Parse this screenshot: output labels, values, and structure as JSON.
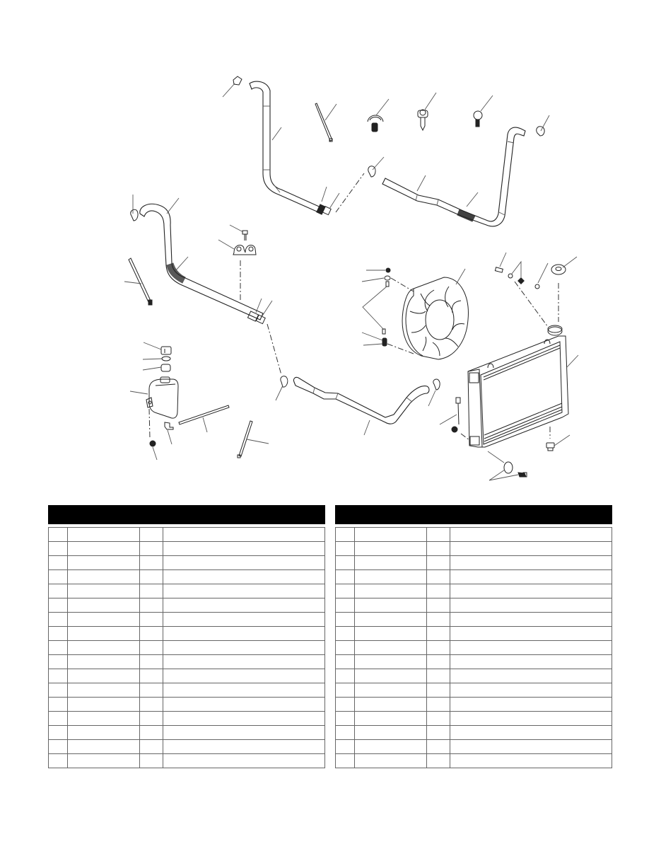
{
  "page": {
    "type": "parts catalog page",
    "illustration": {
      "subject": "engine cooling system exploded view",
      "components": [
        "upper-radiator-hose",
        "hose-clamp",
        "cable-tie",
        "push-clip",
        "hose-retainer-clip",
        "heater-hose",
        "bypass-hose",
        "hose-bracket",
        "bracket-bolt",
        "coolant-reservoir",
        "reservoir-cap",
        "reservoir-seal",
        "overflow-tube",
        "lower-radiator-hose",
        "cooling-fan-shroud",
        "fan-mount-bolt",
        "radiator",
        "radiator-cap",
        "drain-plug",
        "temperature-sensor"
      ],
      "callout_labels_visible": false
    },
    "tables": [
      {
        "id": "left",
        "header": "",
        "columns": [
          "",
          "",
          "",
          ""
        ],
        "rows": [
          [
            "",
            "",
            "",
            ""
          ],
          [
            "",
            "",
            "",
            ""
          ],
          [
            "",
            "",
            "",
            ""
          ],
          [
            "",
            "",
            "",
            ""
          ],
          [
            "",
            "",
            "",
            ""
          ],
          [
            "",
            "",
            "",
            ""
          ],
          [
            "",
            "",
            "",
            ""
          ],
          [
            "",
            "",
            "",
            ""
          ],
          [
            "",
            "",
            "",
            ""
          ],
          [
            "",
            "",
            "",
            ""
          ],
          [
            "",
            "",
            "",
            ""
          ],
          [
            "",
            "",
            "",
            ""
          ],
          [
            "",
            "",
            "",
            ""
          ],
          [
            "",
            "",
            "",
            ""
          ],
          [
            "",
            "",
            "",
            ""
          ],
          [
            "",
            "",
            "",
            ""
          ],
          [
            "",
            "",
            "",
            ""
          ]
        ]
      },
      {
        "id": "right",
        "header": "",
        "columns": [
          "",
          "",
          "",
          ""
        ],
        "rows": [
          [
            "",
            "",
            "",
            ""
          ],
          [
            "",
            "",
            "",
            ""
          ],
          [
            "",
            "",
            "",
            ""
          ],
          [
            "",
            "",
            "",
            ""
          ],
          [
            "",
            "",
            "",
            ""
          ],
          [
            "",
            "",
            "",
            ""
          ],
          [
            "",
            "",
            "",
            ""
          ],
          [
            "",
            "",
            "",
            ""
          ],
          [
            "",
            "",
            "",
            ""
          ],
          [
            "",
            "",
            "",
            ""
          ],
          [
            "",
            "",
            "",
            ""
          ],
          [
            "",
            "",
            "",
            ""
          ],
          [
            "",
            "",
            "",
            ""
          ],
          [
            "",
            "",
            "",
            ""
          ],
          [
            "",
            "",
            "",
            ""
          ],
          [
            "",
            "",
            "",
            ""
          ],
          [
            "",
            "",
            "",
            ""
          ]
        ]
      }
    ],
    "colors": {
      "header_bg": "#000000",
      "line_art": "#222222",
      "grid": "#666666"
    }
  }
}
